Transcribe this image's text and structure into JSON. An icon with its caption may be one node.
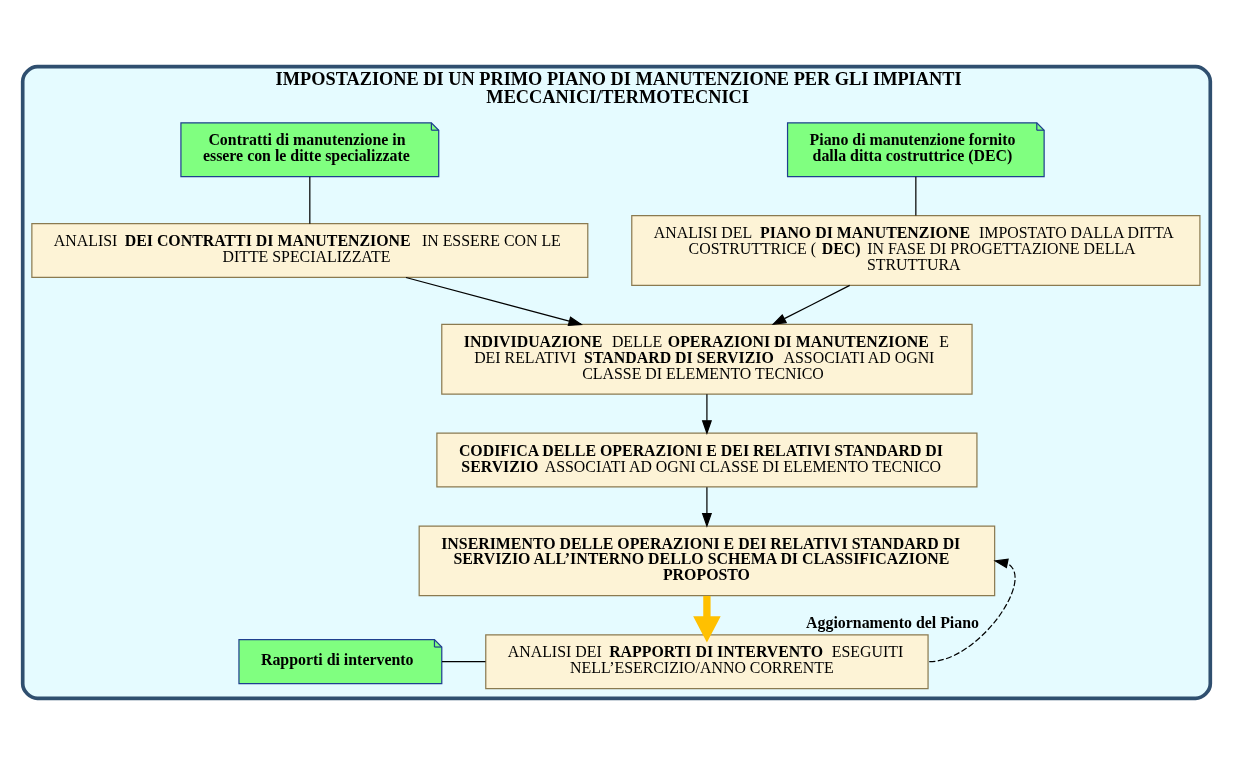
{
  "diagram": {
    "nodes": [
      {
        "text": [
          "IMPOSTAZIONE DI UN PRIMO PIANO DI MANUTENZIONE PER GLI IMPIANTI MECCANICI/TERMOTECNICI"
        ]
      },
      {
        "text": [
          "Piano di manutenzione fornito dalla ditta costruttrice (DEC)"
        ],
        "in": 0
      },
      {
        "text": [
          "Contratti di manutenzione in essere con le ditte specializzate"
        ],
        "in": 0
      },
      {
        "text": [
          "ANALISI DEL **PIANO DI MANUTENZIONE** IMPOSTATO DALLA DITTA COSTRUTTRICE (**DEC)** IN FASE DI PROGETTAZIONE DELLA STRUTTURA"
        ],
        "in": 0
      },
      {
        "text": [
          "ANALISI **DEI CONTRATTI DI MANUTENZIONE** IN ESSERE CON LE DITTE SPECIALIZZATE"
        ],
        "in": 0
      },
      {
        "text": [
          "**INDIVIDUAZIONE** DELLE **OPERAZIONI DI MANUTENZIONE** E DEI RELATIVI **STANDARD DI SERVIZIO** ASSOCIATI AD OGNI CLASSE DI ELEMENTO TECNICO"
        ],
        "in": 0
      },
      {
        "text": [
          "**CODIFICA DELLE OPERAZIONI E DEI RELATIVI STANDARD DI SERVIZIO** ASSOCIATI AD OGNI CLASSE DI ELEMENTO TECNICO"
        ],
        "in": 0
      },
      {
        "text": [
          "**INSERIMENTO DELLE OPERAZIONI E DEI RELATIVI STANDARD DI SERVIZIO ALL’INTERNO DELLO SCHEMA DI CLASSIFICAZIONE PROPOSTO**"
        ],
        "in": 0
      },
      {
        "text": [
          "ANALISI DEI **RAPPORTI DI INTERVENTO** ESEGUITI NELL’ESERCIZIO/ANNO CORRENTE"
        ],
        "in": 0
      },
      {
        "text": [
          "Rapporti di intervento"
        ],
        "in": 0
      }
    ],
    "edges": [
      {
        "from": 1,
        "to": 3,
        "arrow": "none"
      },
      {
        "from": 2,
        "to": 4,
        "arrow": "none"
      },
      {
        "from": 3,
        "to": 5,
        "arrow": "to"
      },
      {
        "from": 4,
        "to": 5,
        "arrow": "to"
      },
      {
        "from": 5,
        "to": 6,
        "arrow": "to"
      },
      {
        "from": 6,
        "to": 7,
        "arrow": "to"
      },
      {
        "from": 7,
        "to": 8,
        "arrow": "to",
        "style": "thick",
        "color": "#ffc000"
      },
      {
        "from": 9,
        "to": 8,
        "arrow": "none"
      },
      {
        "from": 8,
        "to": 7,
        "arrow": "to",
        "style": "dashed",
        "label": "Aggiornamento del Piano"
      }
    ]
  }
}
